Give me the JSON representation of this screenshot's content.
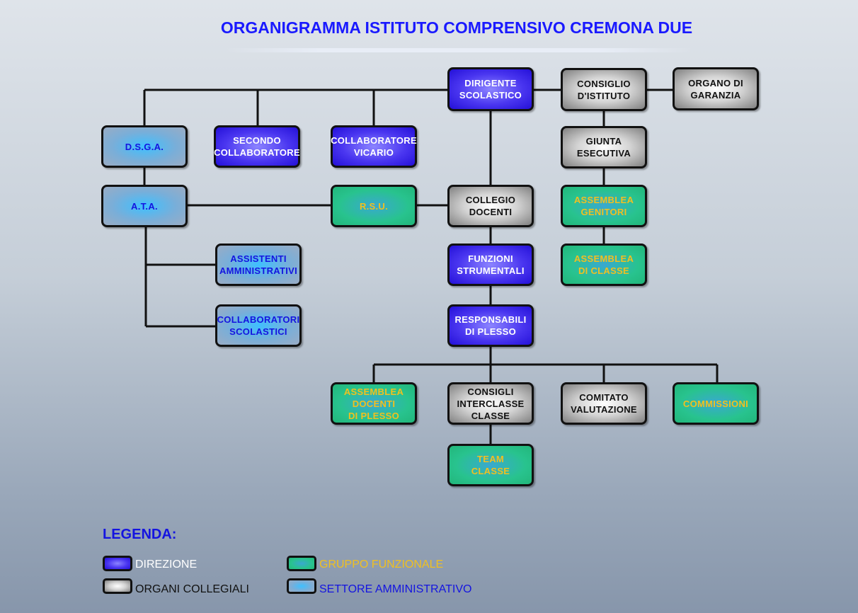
{
  "title": "ORGANIGRAMMA ISTITUTO COMPRENSIVO CREMONA DUE",
  "colors": {
    "direzione": "#3a28f0",
    "organi_collegiali": "#c8c8c8",
    "gruppo_funzionale": "#28c38e",
    "settore_amministrativo": "#3ec0ff",
    "title": "#1a1aff",
    "gruppo_text": "#f0c020"
  },
  "nodes": {
    "dirigente": {
      "label": "DIRIGENTE\nSCOLASTICO",
      "category": "direzione"
    },
    "consiglio_istituto": {
      "label": "CONSIGLIO\nD'ISTITUTO",
      "category": "organi_collegiali"
    },
    "organo_garanzia": {
      "label": "ORGANO DI\nGARANZIA",
      "category": "organi_collegiali"
    },
    "dsga": {
      "label": "D.S.G.A.",
      "category": "settore_amministrativo"
    },
    "secondo_collaboratore": {
      "label": "SECONDO\nCOLLABORATORE",
      "category": "direzione"
    },
    "collaboratore_vicario": {
      "label": "COLLABORATORE\nVICARIO",
      "category": "direzione"
    },
    "giunta_esecutiva": {
      "label": "GIUNTA\nESECUTIVA",
      "category": "organi_collegiali"
    },
    "ata": {
      "label": "A.T.A.",
      "category": "settore_amministrativo"
    },
    "rsu": {
      "label": "R.S.U.",
      "category": "gruppo_funzionale"
    },
    "collegio_docenti": {
      "label": "COLLEGIO\nDOCENTI",
      "category": "organi_collegiali"
    },
    "assemblea_genitori": {
      "label": "ASSEMBLEA\nGENITORI",
      "category": "gruppo_funzionale"
    },
    "assistenti_amministrativi": {
      "label": "ASSISTENTI\nAMMINISTRATIVI",
      "category": "settore_amministrativo"
    },
    "funzioni_strumentali": {
      "label": "FUNZIONI\nSTRUMENTALI",
      "category": "direzione"
    },
    "assemblea_classe": {
      "label": "ASSEMBLEA\nDI CLASSE",
      "category": "gruppo_funzionale"
    },
    "collaboratori_scolastici": {
      "label": "COLLABORATORI\nSCOLASTICI",
      "category": "settore_amministrativo"
    },
    "responsabili_plesso": {
      "label": "RESPONSABILI\nDI PLESSO",
      "category": "direzione"
    },
    "assemblea_docenti_plesso": {
      "label": "ASSEMBLEA\nDOCENTI\nDI PLESSO",
      "category": "gruppo_funzionale"
    },
    "consigli_interclasse": {
      "label": "CONSIGLI\nINTERCLASSE\nCLASSE",
      "category": "organi_collegiali"
    },
    "comitato_valutazione": {
      "label": "COMITATO\nVALUTAZIONE",
      "category": "organi_collegiali"
    },
    "commissioni": {
      "label": "COMMISSIONI",
      "category": "gruppo_funzionale"
    },
    "team_classe": {
      "label": "TEAM\nCLASSE",
      "category": "gruppo_funzionale"
    }
  },
  "legend": {
    "title": "LEGENDA:",
    "items": [
      {
        "label": "DIREZIONE",
        "category": "direzione",
        "text_color": "#ffffff"
      },
      {
        "label": "ORGANI COLLEGIALI",
        "category": "organi_collegiali",
        "text_color": "#111111"
      },
      {
        "label": "GRUPPO FUNZIONALE",
        "category": "gruppo_funzionale",
        "text_color": "#f0c020"
      },
      {
        "label": "SETTORE AMMINISTRATIVO",
        "category": "settore_amministrativo",
        "text_color": "#1414e0"
      }
    ]
  }
}
